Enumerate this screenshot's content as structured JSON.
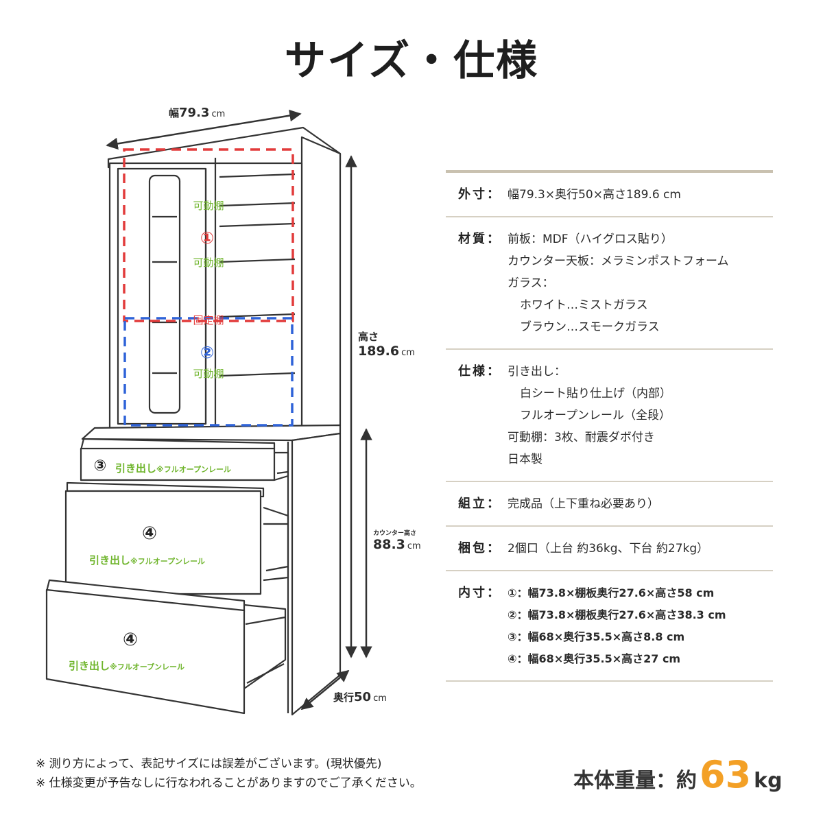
{
  "title": "サイズ・仕様",
  "colors": {
    "shelf_label": "#6fb52c",
    "section_1": "#e23b3b",
    "section_2": "#2f63d8",
    "weight_accent": "#f3a026",
    "rule": "#c9c1b0"
  },
  "icons": [
    "dimension-arrow-icon"
  ],
  "diagram": {
    "width_label": "幅",
    "width_value": "79.3",
    "height_label": "高さ",
    "height_value": "189.6",
    "counter_label": "カウンター高さ",
    "counter_value": "88.3",
    "depth_label": "奥行",
    "depth_value": "50",
    "unit": "cm",
    "movable_shelf": "可動棚",
    "fixed_shelf": "固定棚",
    "marker_1": "①",
    "marker_2": "②",
    "marker_3": "③",
    "marker_4": "④",
    "drawer_label": "引き出し",
    "drawer_note": "※フルオープンレール"
  },
  "specs": {
    "gaisun": {
      "label": "外寸：",
      "lines": [
        "幅79.3×奥行50×高さ189.6 cm"
      ]
    },
    "zaishitsu": {
      "label": "材質：",
      "lines": [
        "前板：MDF（ハイグロス貼り）",
        "カウンター天板：メラミンポストフォーム",
        "ガラス：",
        "ホワイト…ミストガラス",
        "ブラウン…スモークガラス"
      ]
    },
    "shiyou": {
      "label": "仕様：",
      "lines": [
        "引き出し：",
        "白シート貼り仕上げ（内部）",
        "フルオープンレール（全段）",
        "可動棚：3枚、耐震ダボ付き",
        "日本製"
      ]
    },
    "kumitate": {
      "label": "組立：",
      "lines": [
        "完成品（上下重ね必要あり）"
      ]
    },
    "konpou": {
      "label": "梱包：",
      "lines": [
        "2個口（上台 約36kg、下台 約27kg）"
      ]
    },
    "naisun": {
      "label": "内寸：",
      "lines": [
        "①：幅73.8×棚板奥行27.6×高さ58 cm",
        "②：幅73.8×棚板奥行27.6×高さ38.3 cm",
        "③：幅68×奥行35.5×高さ8.8 cm",
        "④：幅68×奥行35.5×高さ27 cm"
      ]
    }
  },
  "notes": [
    "※ 測り方によって、表記サイズには誤差がございます。(現状優先)",
    "※ 仕様変更が予告なしに行なわれることがありますのでご了承ください。"
  ],
  "weight": {
    "label": "本体重量：約",
    "value": "63",
    "unit": "kg"
  }
}
